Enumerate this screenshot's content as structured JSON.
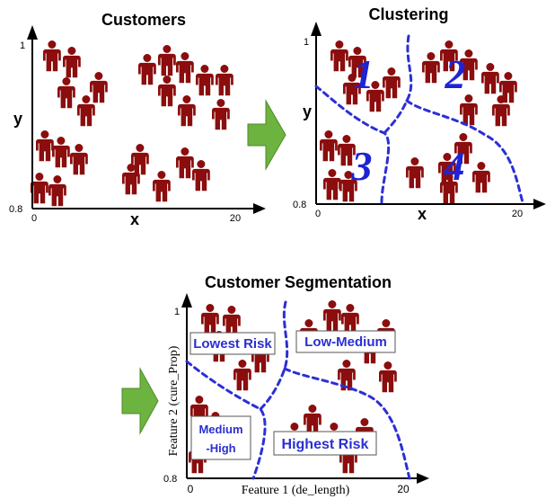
{
  "panels": {
    "customers": {
      "title": "Customers",
      "x_label": "x",
      "y_label": "y",
      "y_top_tick": "1",
      "y_bottom_tick": "0.8",
      "x_start_tick": "0",
      "x_end_tick": "20"
    },
    "clustering": {
      "title": "Clustering",
      "x_label": "x",
      "y_label": "y",
      "y_top_tick": "1",
      "y_bottom_tick": "0.8",
      "x_start_tick": "0",
      "x_end_tick": "20",
      "cluster_labels": [
        "1",
        "2",
        "3",
        "4"
      ]
    },
    "segmentation": {
      "title": "Customer Segmentation",
      "x_label": "Feature 1 (de_length)",
      "y_label": "Feature 2 (cure_Prop)",
      "y_top_tick": "1",
      "y_bottom_tick": "0.8",
      "x_start_tick": "0",
      "x_end_tick": "20",
      "segments": {
        "lowest_risk": "Lowest Risk",
        "low_medium": "Low-Medium",
        "medium_high_line1": "Medium",
        "medium_high_line2": "-High",
        "highest_risk": "Highest Risk"
      }
    }
  },
  "colors": {
    "person": "#8b0d0d",
    "arrow": "#6db33f",
    "boundary": "#2b2fd6",
    "cluster_text": "#1f23d6"
  }
}
